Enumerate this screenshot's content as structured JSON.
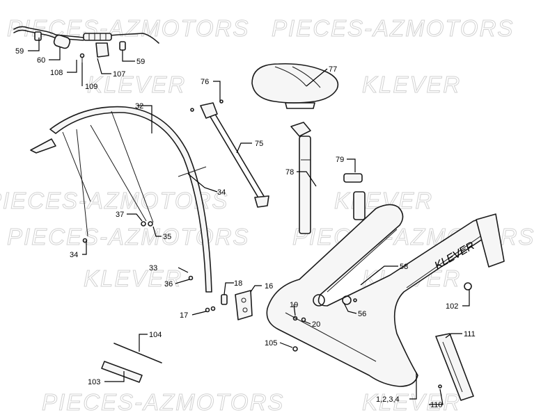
{
  "watermarks": [
    "PIECES-AZMOTORS",
    "KLEVER",
    "PIECES-AZMOTORS",
    "KLEVER",
    "PIECES-AZMOTORS",
    "KLEVER",
    "PIECES-AZMOTORS",
    "KLEVER",
    "PIECES-AZMOTORS",
    "KLEVER",
    "PIECES-AZMOTORS",
    "KLEVER"
  ],
  "frame_decal": "KLEVER",
  "labels": {
    "p59a": "59",
    "p60": "60",
    "p108": "108",
    "p109": "109",
    "p107": "107",
    "p59b": "59",
    "p76": "76",
    "p77": "77",
    "p32": "32",
    "p75": "75",
    "p34a": "34",
    "p78": "78",
    "p79": "79",
    "p37": "37",
    "p35": "35",
    "p34b": "34",
    "p33": "33",
    "p36": "36",
    "p18": "18",
    "p16": "16",
    "p17": "17",
    "p58": "58",
    "p19": "19",
    "p20": "20",
    "p56": "56",
    "p102": "102",
    "p104": "104",
    "p105": "105",
    "p111": "111",
    "p103": "103",
    "p1234": "1,2,3,4",
    "p110": "110"
  }
}
